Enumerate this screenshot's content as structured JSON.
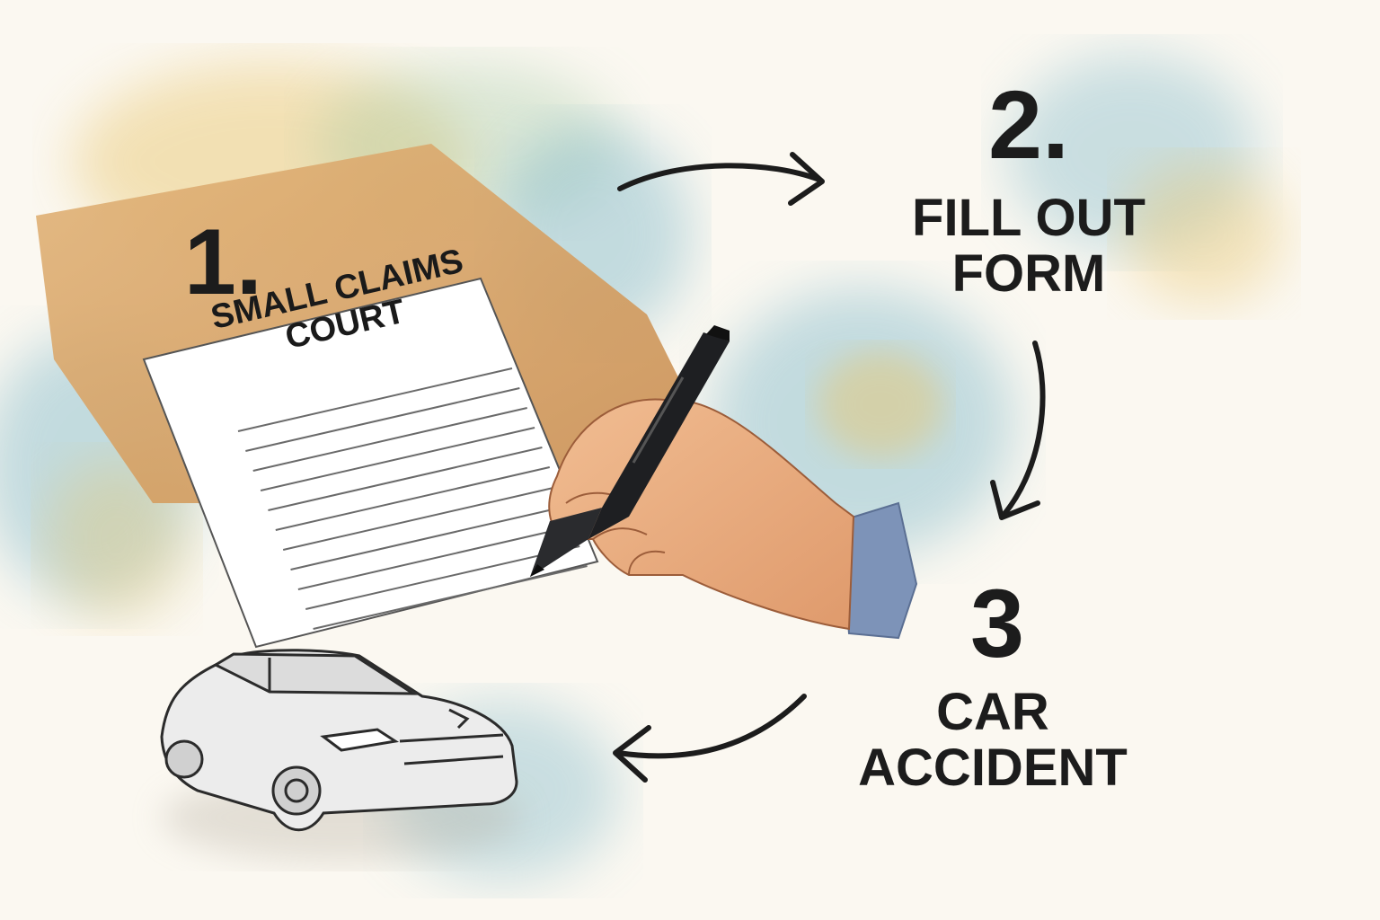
{
  "steps": [
    {
      "number": "1.",
      "label": ""
    },
    {
      "number": "2.",
      "label": "FILL OUT FORM"
    },
    {
      "number": "3",
      "label": "CAR ACCIDENT"
    }
  ],
  "document": {
    "title": "SMALL CLAIMS COURT"
  },
  "icons": [
    "document-icon",
    "pen-icon",
    "hand-icon",
    "car-icon",
    "arrow-icon"
  ],
  "colors": {
    "desk": "#d9a86a",
    "paper": "#ffffff",
    "ink": "#1c1c1c",
    "splash_blue": "#7fb8c9",
    "splash_yellow": "#e8c46a",
    "sleeve": "#7d93b8",
    "skin": "#e9a97c"
  }
}
